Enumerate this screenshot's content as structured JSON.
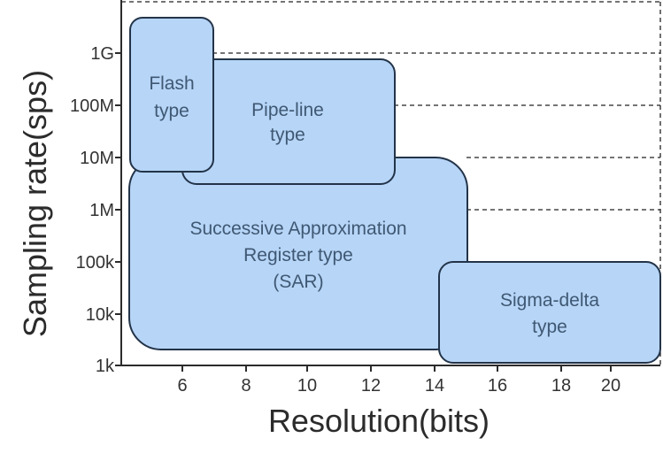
{
  "chart_data": {
    "type": "region-diagram",
    "xlabel": "Resolution(bits)",
    "ylabel": "Sampling rate(sps)",
    "x_ticks": [
      "6",
      "8",
      "10",
      "12",
      "14",
      "16",
      "18",
      "20"
    ],
    "y_ticks": [
      "1k",
      "10k",
      "100k",
      "1M",
      "10M",
      "100M",
      "1G"
    ],
    "y_scale": "log",
    "grid": "dashed horizontal lines on right side",
    "regions": [
      {
        "id": "sar",
        "lines": [
          "Successive Approximation",
          "Register type",
          "(SAR)"
        ]
      },
      {
        "id": "pipeline",
        "lines": [
          "Pipe-line",
          "type"
        ]
      },
      {
        "id": "flash",
        "lines": [
          "Flash",
          "type"
        ]
      },
      {
        "id": "sigma",
        "lines": [
          "Sigma-delta",
          "type"
        ]
      }
    ],
    "colors": {
      "fill": "#b7d5f7",
      "stroke": "#233449",
      "text": "#3f5873"
    }
  }
}
